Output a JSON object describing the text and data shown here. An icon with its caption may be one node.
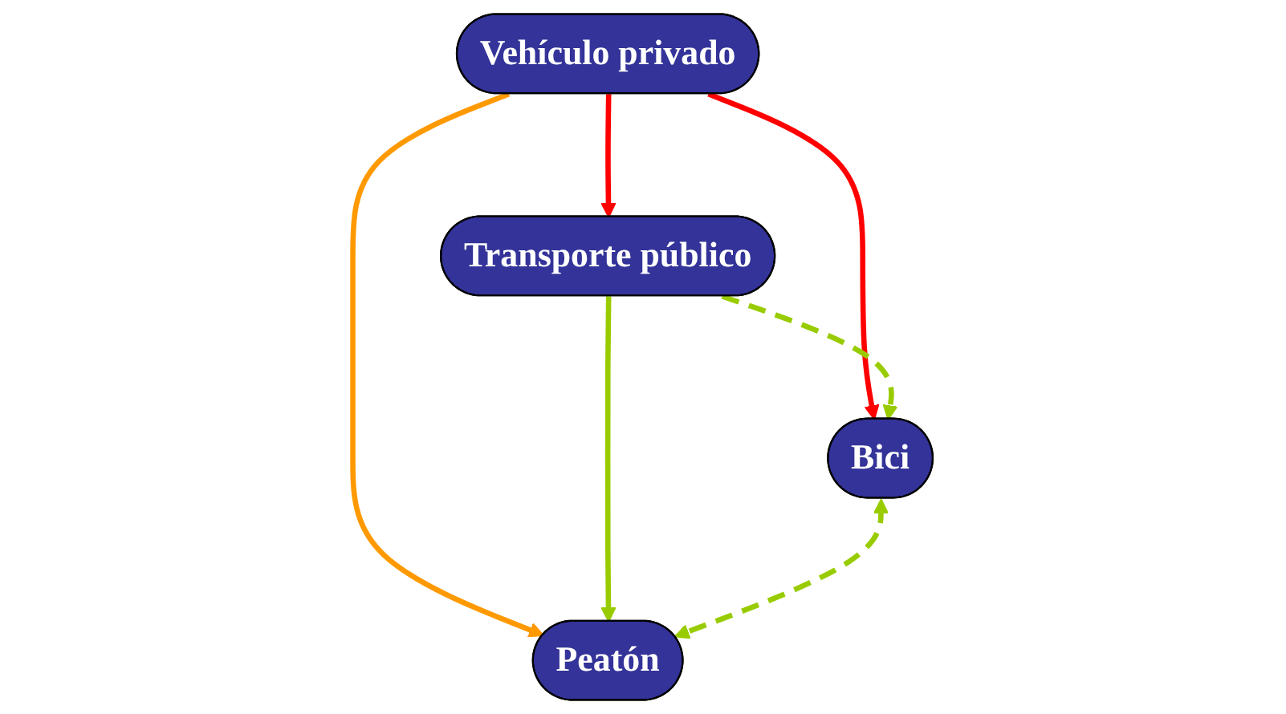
{
  "diagram": {
    "nodes": [
      {
        "text": [
          "Vehículo privado"
        ]
      },
      {
        "text": [
          "Transporte público"
        ]
      },
      {
        "text": [
          "Bici"
        ]
      },
      {
        "text": [
          "Peatón"
        ]
      }
    ],
    "edges": [
      {
        "from": 0,
        "to": 1,
        "arrow": "to",
        "color": "#ff0000"
      },
      {
        "from": 0,
        "to": 2,
        "arrow": "to",
        "color": "#ff0000"
      },
      {
        "from": 0,
        "to": 3,
        "arrow": "to",
        "color": "#ff9900"
      },
      {
        "from": 1,
        "to": 2,
        "arrow": "to",
        "style": "dashed",
        "color": "#99cc00"
      },
      {
        "from": 1,
        "to": 3,
        "arrow": "to",
        "color": "#99cc00"
      },
      {
        "from": 2,
        "to": 3,
        "arrow": "both",
        "style": "dashed",
        "color": "#99cc00"
      }
    ]
  }
}
